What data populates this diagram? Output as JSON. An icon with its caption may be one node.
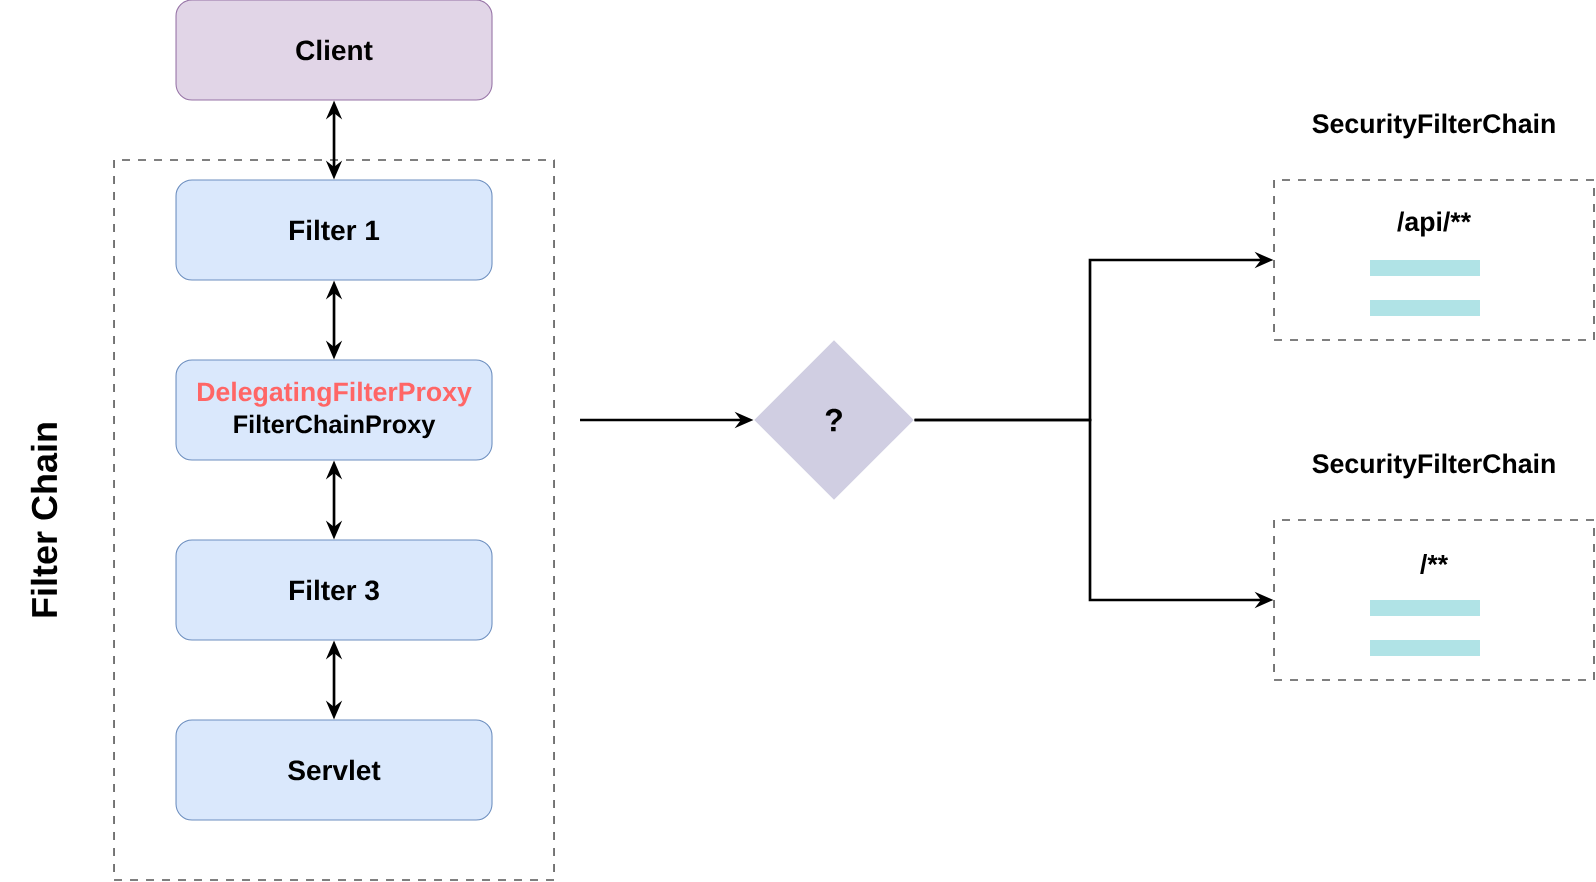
{
  "diagram": {
    "nodes": [
      {
        "text": [
          "Filter Chain"
        ]
      },
      {
        "text": [
          "Client"
        ]
      },
      {
        "text": [
          "Filter 1"
        ],
        "in": 0
      },
      {
        "text": [
          "DelegatingFilterProxy",
          "FilterChainProxy"
        ],
        "in": 0
      },
      {
        "text": [
          "Filter 3"
        ],
        "in": 0
      },
      {
        "text": [
          "Servlet"
        ],
        "in": 0
      },
      {
        "text": [
          "?"
        ]
      },
      {
        "text": [
          "SecurityFilterChain",
          "/api/**"
        ]
      },
      {
        "text": [
          "SecurityFilterChain",
          "/**"
        ]
      }
    ],
    "edges": [
      {
        "from": 1,
        "to": 2,
        "arrow": "both"
      },
      {
        "from": 2,
        "to": 3,
        "arrow": "both"
      },
      {
        "from": 3,
        "to": 4,
        "arrow": "both"
      },
      {
        "from": 4,
        "to": 5,
        "arrow": "both"
      },
      {
        "from": null,
        "to": 6,
        "arrow": "to"
      },
      {
        "from": 6,
        "to": 7,
        "arrow": "to"
      },
      {
        "from": 6,
        "to": 8,
        "arrow": "to"
      }
    ]
  }
}
